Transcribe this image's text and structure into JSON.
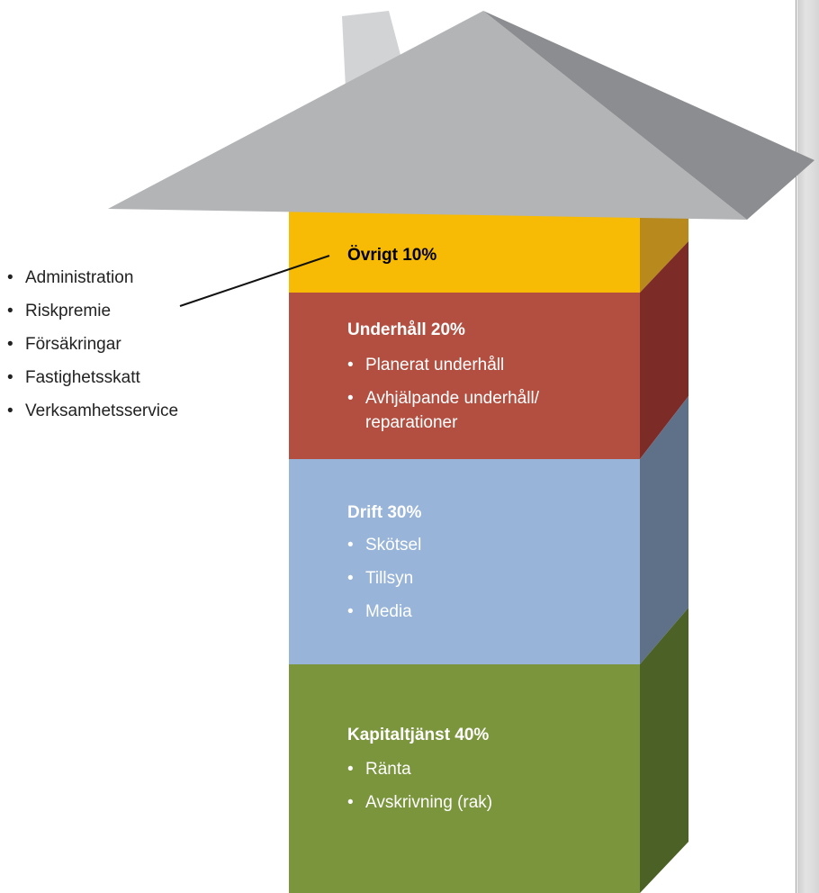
{
  "diagram": {
    "sections": [
      {
        "id": "ovrigt",
        "heading": "Övrigt 10%",
        "items": []
      },
      {
        "id": "underhall",
        "heading": "Underhåll 20%",
        "items": [
          "Planerat underhåll",
          "Avhjälpande underhåll/",
          "reparationer"
        ]
      },
      {
        "id": "drift",
        "heading": "Drift 30%",
        "items": [
          "Skötsel",
          "Tillsyn",
          "Media"
        ]
      },
      {
        "id": "kapital",
        "heading": "Kapitaltjänst 40%",
        "items": [
          "Ränta",
          "Avskrivning (rak)"
        ]
      }
    ],
    "ovrigt_details": [
      "Administration",
      "Riskpremie",
      "Försäkringar",
      "Fastighetsskatt",
      "Verksamhetsservice"
    ],
    "bullet_char": "•",
    "colors": {
      "roof_light": "#b3b4b6",
      "roof_dark": "#8c8d90",
      "chimney": "#d2d3d5",
      "ovrigt": "#f7bb06",
      "ovrigt_side": "#b8891d",
      "underhall": "#b24f41",
      "underhall_side": "#7c2b27",
      "drift": "#98b4d8",
      "drift_side": "#5f7189",
      "kapital": "#7a953c",
      "kapital_side": "#4b6125"
    }
  }
}
